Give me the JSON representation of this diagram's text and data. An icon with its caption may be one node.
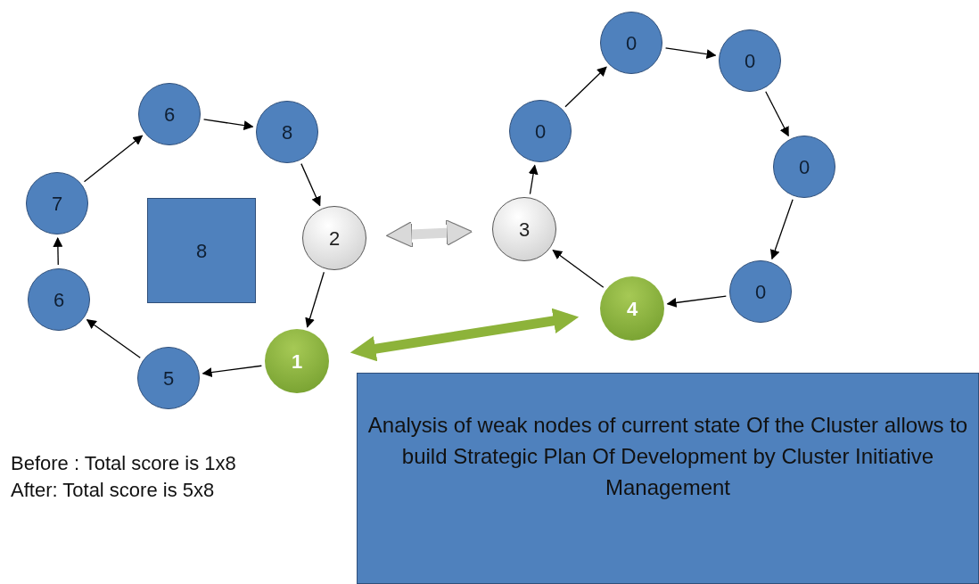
{
  "diagram": {
    "nodes": [
      {
        "text": [
          "6"
        ]
      },
      {
        "text": [
          "8"
        ]
      },
      {
        "text": [
          "7"
        ]
      },
      {
        "text": [
          "8"
        ]
      },
      {
        "text": [
          "2"
        ]
      },
      {
        "text": [
          "6"
        ]
      },
      {
        "text": [
          "1"
        ]
      },
      {
        "text": [
          "5"
        ]
      },
      {
        "text": [
          "0"
        ]
      },
      {
        "text": [
          "0"
        ]
      },
      {
        "text": [
          "0"
        ]
      },
      {
        "text": [
          "0"
        ]
      },
      {
        "text": [
          "3"
        ]
      },
      {
        "text": [
          "0"
        ]
      },
      {
        "text": [
          "4"
        ]
      },
      {
        "text": [
          "Analysis of weak nodes of current state Of the Cluster allows to build Strategic Plan Of Development by Cluster Initiative Management"
        ]
      }
    ],
    "edges": [
      {
        "from": 0,
        "to": 1,
        "arrow": "to"
      },
      {
        "from": 1,
        "to": 4,
        "arrow": "to"
      },
      {
        "from": 4,
        "to": 6,
        "arrow": "to"
      },
      {
        "from": 6,
        "to": 7,
        "arrow": "to"
      },
      {
        "from": 7,
        "to": 5,
        "arrow": "to"
      },
      {
        "from": 5,
        "to": 2,
        "arrow": "to"
      },
      {
        "from": 2,
        "to": 0,
        "arrow": "to"
      },
      {
        "from": 12,
        "to": 10,
        "arrow": "to"
      },
      {
        "from": 10,
        "to": 8,
        "arrow": "to"
      },
      {
        "from": 8,
        "to": 9,
        "arrow": "to"
      },
      {
        "from": 9,
        "to": 11,
        "arrow": "to"
      },
      {
        "from": 11,
        "to": 13,
        "arrow": "to"
      },
      {
        "from": 13,
        "to": 14,
        "arrow": "to"
      },
      {
        "from": 14,
        "to": 12,
        "arrow": "to"
      },
      {
        "from": 4,
        "to": 12,
        "arrow": "both",
        "style": "thick",
        "color": "#d9d9d9"
      },
      {
        "from": 6,
        "to": 14,
        "arrow": "both",
        "style": "thick",
        "color": "#8db33a"
      }
    ],
    "labels": [
      "Before : Total score is 1x8",
      "After: Total score is 5x8"
    ]
  }
}
